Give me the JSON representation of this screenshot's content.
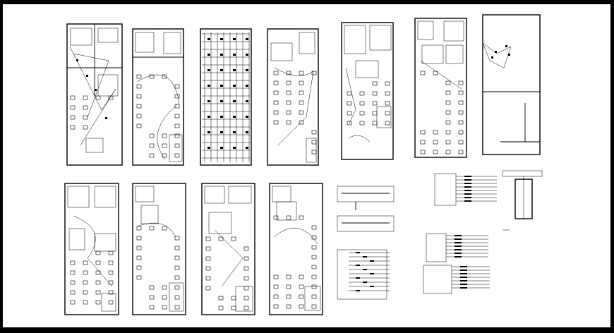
{
  "drawing": {
    "kind": "electrical-layout-sheet",
    "colors": {
      "background": "#000000",
      "paper": "#ffffff",
      "ink": "#000000"
    }
  },
  "sheets": [
    {
      "id": "plan-1",
      "type": "floor-plan",
      "detail": "wiring"
    },
    {
      "id": "plan-2",
      "type": "floor-plan",
      "detail": "wiring"
    },
    {
      "id": "plan-3",
      "type": "floor-plan",
      "detail": "grid"
    },
    {
      "id": "plan-4",
      "type": "floor-plan",
      "detail": "wiring"
    },
    {
      "id": "plan-5",
      "type": "floor-plan",
      "detail": "rooms"
    },
    {
      "id": "plan-6",
      "type": "floor-plan",
      "detail": "rooms"
    },
    {
      "id": "plan-7",
      "type": "floor-plan",
      "detail": "site"
    },
    {
      "id": "plan-8",
      "type": "floor-plan",
      "detail": "wiring"
    },
    {
      "id": "plan-9",
      "type": "floor-plan",
      "detail": "wiring"
    },
    {
      "id": "plan-10",
      "type": "floor-plan",
      "detail": "wiring"
    },
    {
      "id": "plan-11",
      "type": "floor-plan",
      "detail": "wiring"
    },
    {
      "id": "schematic-1",
      "type": "single-line-diagram"
    },
    {
      "id": "schematic-2",
      "type": "panel-schedule"
    },
    {
      "id": "schematic-3",
      "type": "riser-detail"
    }
  ]
}
